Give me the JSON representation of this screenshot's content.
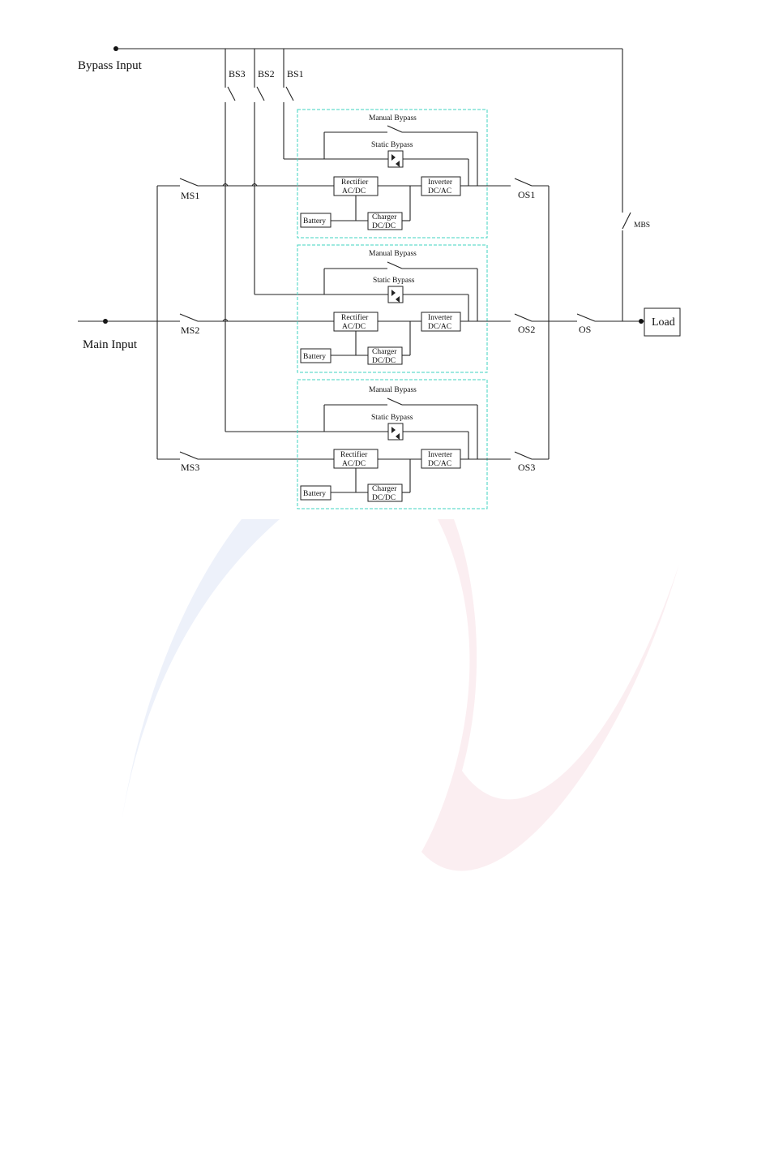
{
  "inputs": {
    "bypass_input": "Bypass Input",
    "main_input": "Main Input"
  },
  "switches": {
    "bs3": "BS3",
    "bs2": "BS2",
    "bs1": "BS1",
    "ms1": "MS1",
    "ms2": "MS2",
    "ms3": "MS3",
    "os1": "OS1",
    "os2": "OS2",
    "os3": "OS3",
    "os": "OS",
    "mbs": "MBS"
  },
  "load": "Load",
  "module": {
    "manual_bypass": "Manual Bypass",
    "static_bypass": "Static Bypass",
    "rectifier_line1": "Rectifier",
    "rectifier_line2": "AC/DC",
    "inverter_line1": "Inverter",
    "inverter_line2": "DC/AC",
    "charger_line1": "Charger",
    "charger_line2": "DC/DC",
    "battery": "Battery"
  },
  "colors": {
    "module_border": "#3fd3c2",
    "watermark_blue": "#eef1fa",
    "watermark_red": "#fbeef0"
  }
}
